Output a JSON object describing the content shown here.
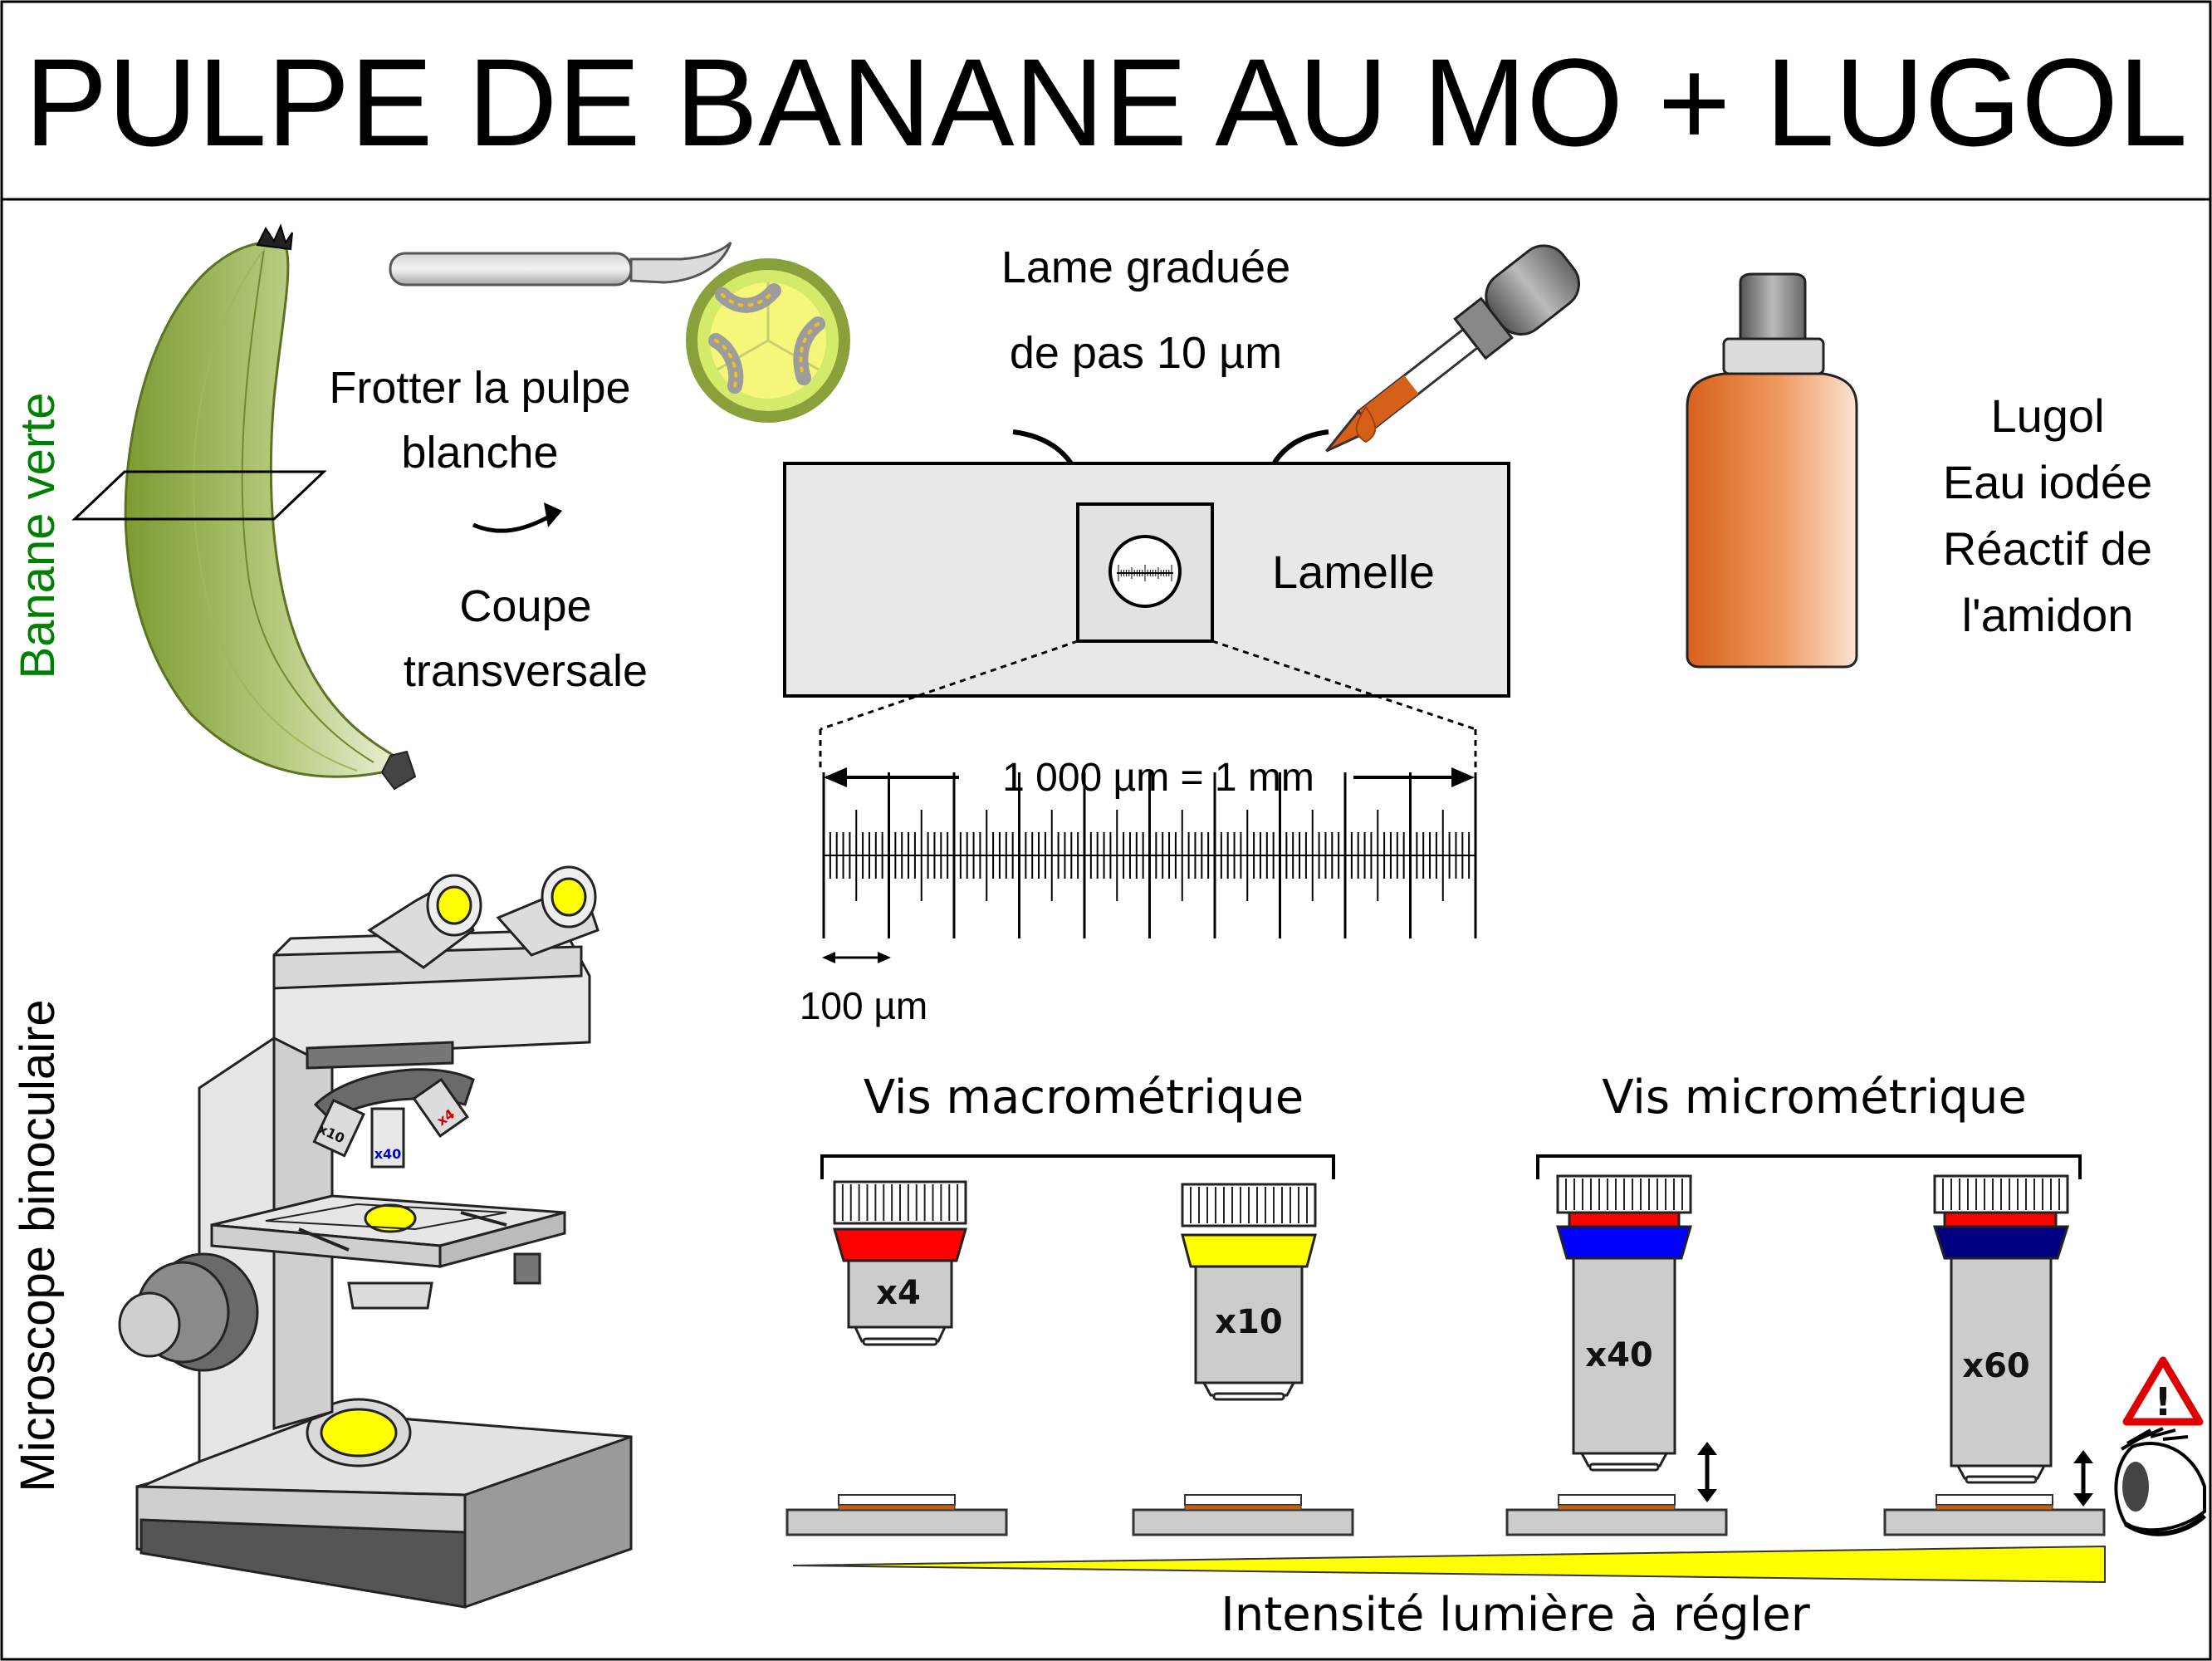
{
  "title": "PULPE DE BANANE AU MO + LUGOL",
  "banana": {
    "label": "Banane verte",
    "instruction_line1": "Frotter la pulpe",
    "instruction_line2": "blanche",
    "section_line1": "Coupe",
    "section_line2": "transversale"
  },
  "slide": {
    "label_line1": "Lame graduée",
    "label_line2": "de pas 10 µm",
    "coverslip_label": "Lamelle"
  },
  "lugol": {
    "line1": "Lugol",
    "line2": "Eau iodée",
    "line3": "Réactif de",
    "line4": "l'amidon"
  },
  "scale": {
    "total_label": "1 000 µm = 1 mm",
    "division_label": "100 µm",
    "total_um": 1000,
    "major_step_um": 100,
    "minor_step_um": 10
  },
  "microscope": {
    "label": "Microscope binoculaire",
    "nosepiece_labels": [
      "x10",
      "x40",
      "x4"
    ]
  },
  "focus": {
    "macro_label": "Vis macrométrique",
    "micro_label": "Vis micrométrique",
    "light_label": "Intensité lumière à régler"
  },
  "objectives": [
    {
      "label": "x4",
      "color": "#ff0000"
    },
    {
      "label": "x10",
      "color": "#ffff00"
    },
    {
      "label": "x40",
      "color": "#0000ff"
    },
    {
      "label": "x60",
      "color": "#000080"
    }
  ],
  "warning": {
    "symbol": "!",
    "icon": "warning-icon",
    "color": "#dd0000"
  },
  "colors": {
    "banana_green": "#8aa84a",
    "lugol_orange": "#e06a20",
    "light_yellow": "#ffff00",
    "stain_brown": "#c0601a",
    "title_green": "#008000"
  }
}
